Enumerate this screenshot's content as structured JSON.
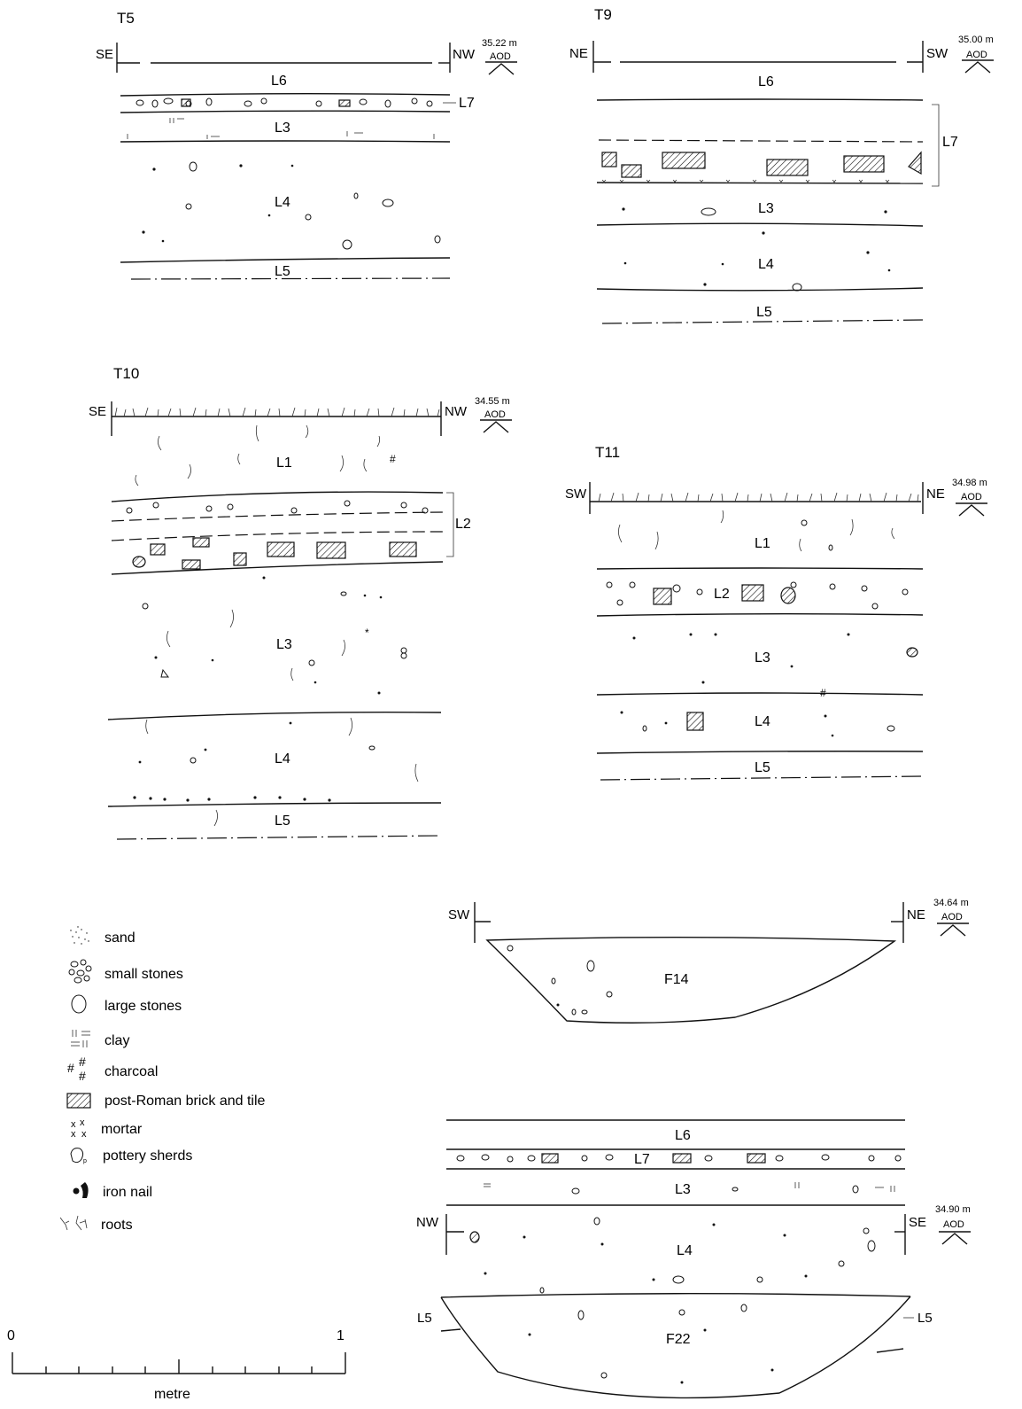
{
  "sections": {
    "t5": {
      "title": "T5",
      "left": "SE",
      "right": "NW",
      "elev": "35.22 m",
      "datum": "AOD",
      "layers": [
        "L6",
        "L7",
        "L3",
        "L4",
        "L5"
      ]
    },
    "t9": {
      "title": "T9",
      "left": "NE",
      "right": "SW",
      "elev": "35.00 m",
      "datum": "AOD",
      "layers": [
        "L6",
        "L7",
        "L3",
        "L4",
        "L5"
      ]
    },
    "t10": {
      "title": "T10",
      "left": "SE",
      "right": "NW",
      "elev": "34.55 m",
      "datum": "AOD",
      "layers": [
        "L1",
        "L2",
        "L3",
        "L4",
        "L5"
      ]
    },
    "t11": {
      "title": "T11",
      "left": "SW",
      "right": "NE",
      "elev": "34.98 m",
      "datum": "AOD",
      "layers": [
        "L1",
        "L2",
        "L3",
        "L4",
        "L5"
      ]
    },
    "f14": {
      "left": "SW",
      "right": "NE",
      "elev": "34.64 m",
      "datum": "AOD",
      "feature": "F14"
    },
    "f22": {
      "left": "NW",
      "right": "SE",
      "elev": "34.90 m",
      "datum": "AOD",
      "layers": [
        "L6",
        "L7",
        "L3",
        "L4",
        "L5",
        "L5"
      ],
      "feature": "F22"
    }
  },
  "legend": [
    {
      "symbol": "sand-icon",
      "label": "sand"
    },
    {
      "symbol": "small-stones-icon",
      "label": "small stones"
    },
    {
      "symbol": "large-stones-icon",
      "label": "large stones"
    },
    {
      "symbol": "clay-icon",
      "label": "clay"
    },
    {
      "symbol": "charcoal-icon",
      "label": "charcoal"
    },
    {
      "symbol": "brick-tile-icon",
      "label": "post-Roman brick and tile"
    },
    {
      "symbol": "mortar-icon",
      "label": "mortar"
    },
    {
      "symbol": "pottery-icon",
      "label": "pottery sherds"
    },
    {
      "symbol": "iron-nail-icon",
      "label": "iron nail"
    },
    {
      "symbol": "roots-icon",
      "label": "roots"
    }
  ],
  "scale": {
    "start": "0",
    "end": "1",
    "unit": "metre"
  }
}
